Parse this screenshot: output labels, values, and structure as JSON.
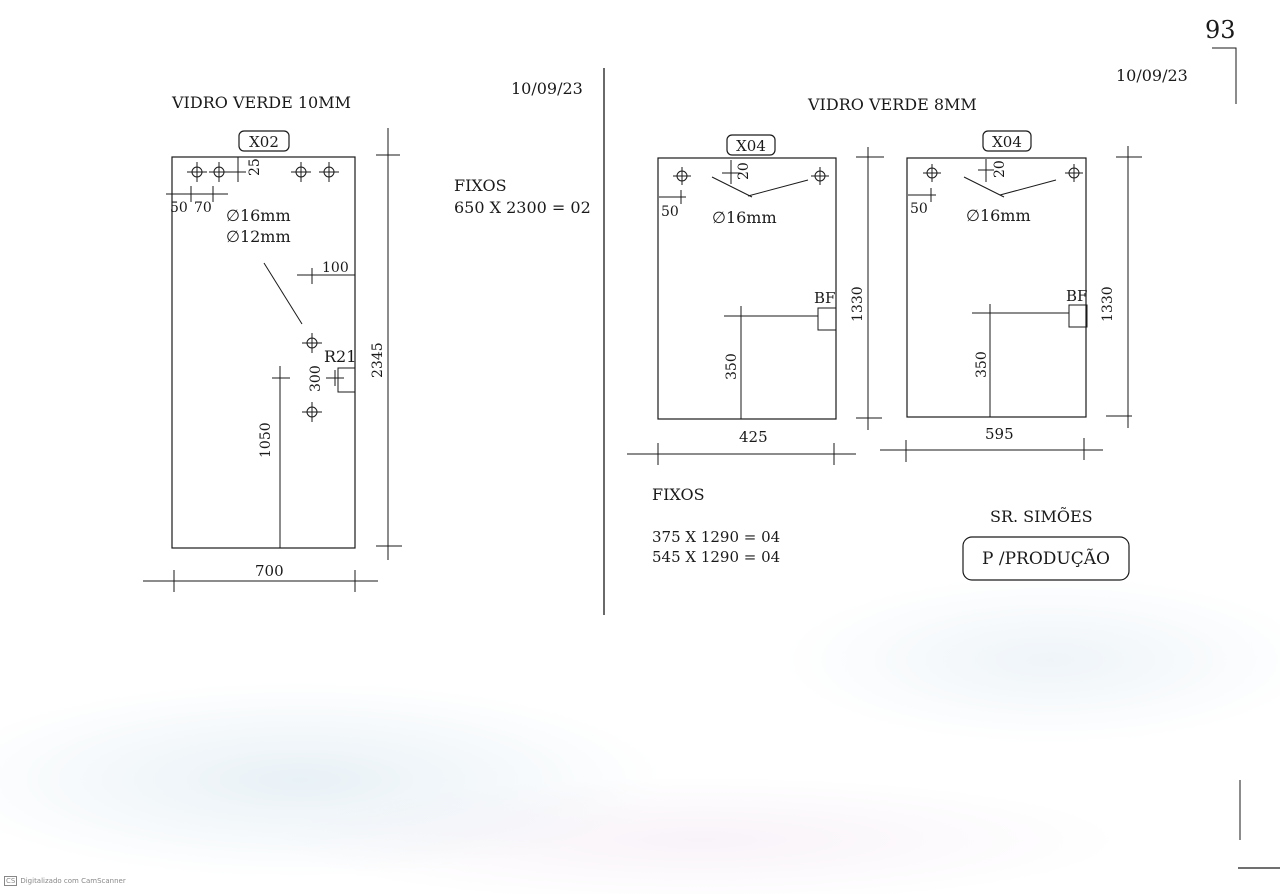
{
  "page_number": "93",
  "scanner": {
    "badge": "CS",
    "label": "Digitalizado com CamScanner"
  },
  "left": {
    "title": "VIDRO VERDE 10MM",
    "date": "10/09/23",
    "tag": "X02",
    "dims": {
      "top_offset": "25",
      "edge_a": "50",
      "edge_b": "70",
      "hole_left": "100",
      "offset_300": "300",
      "height_1050": "1050",
      "total_height": "2345",
      "width": "700"
    },
    "hole_notes": [
      "∅16mm",
      "∅12mm"
    ],
    "cut_label": "R21",
    "fixos_title": "FIXOS",
    "fixos_line": "650 X 2300 = 02"
  },
  "right": {
    "title": "VIDRO VERDE 8MM",
    "date": "10/09/23",
    "panels": [
      {
        "tag": "X04",
        "top_offset": "20",
        "edge": "50",
        "hole": "∅16mm",
        "bf": "BF",
        "height": "1330",
        "handle_height": "350",
        "width": "425"
      },
      {
        "tag": "X04",
        "top_offset": "20",
        "edge": "50",
        "hole": "∅16mm",
        "bf": "BF",
        "height": "1330",
        "handle_height": "350",
        "width": "595"
      }
    ],
    "fixos_title": "FIXOS",
    "fixos_lines": [
      "375 X 1290 = 04",
      "545 X 1290 = 04"
    ],
    "client": "SR. SIMÕES",
    "stamp": "P /PRODUÇÃO"
  }
}
